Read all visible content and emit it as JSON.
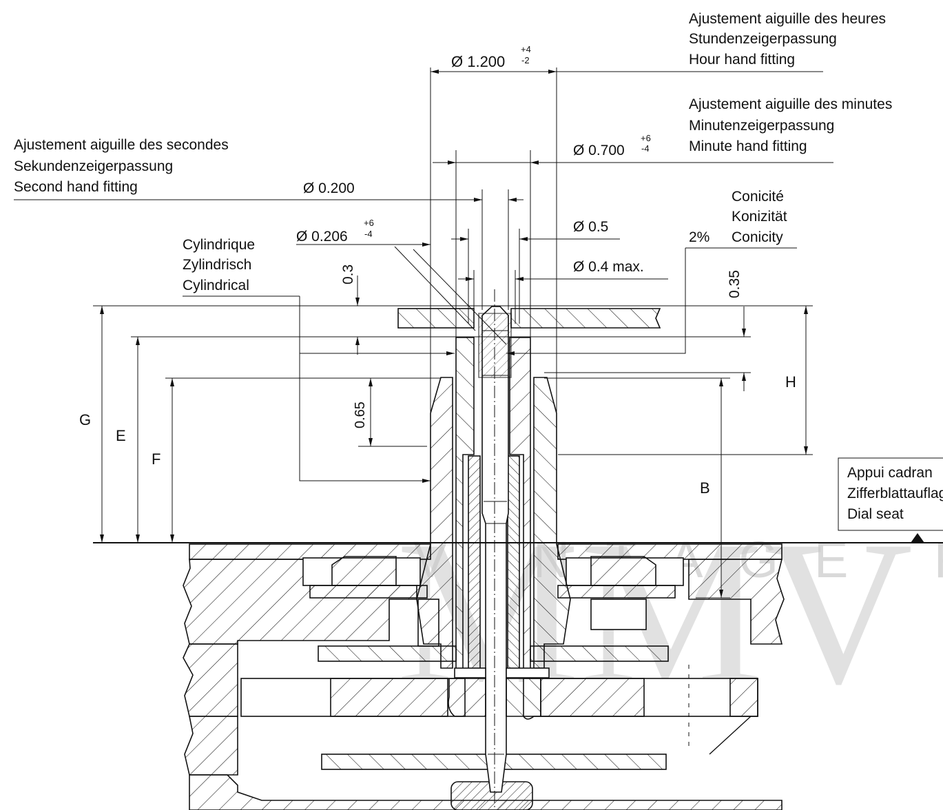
{
  "labels": {
    "hour_fr": "Ajustement  aiguille des heures",
    "hour_de": "Stundenzeigerpassung",
    "hour_en": "Hour hand fitting",
    "minute_fr": "Ajustement aiguille des minutes",
    "minute_de": "Minutenzeigerpassung",
    "minute_en": "Minute hand fitting",
    "second_fr": "Ajustement aiguille des secondes",
    "second_de": "Sekundenzeigerpassung",
    "second_en": "Second hand fitting",
    "conicity_fr": "Conicité",
    "conicity_de": "Konizität",
    "conicity_en": "Conicity",
    "conicity_value": "2%",
    "cyl_fr": "Cylindrique",
    "cyl_de": "Zylindrisch",
    "cyl_en": "Cylindrical",
    "dial_fr": "Appui cadran",
    "dial_de": "Zifferblattauflage",
    "dial_en": "Dial seat"
  },
  "dimensions": {
    "d_hour": "Ø 1.200",
    "d_hour_tol_upper": "+4",
    "d_hour_tol_lower": "-2",
    "d_minute": "Ø 0.700",
    "d_minute_tol_upper": "+6",
    "d_minute_tol_lower": "-4",
    "d_second": "Ø 0.200",
    "d_206": "Ø 0.206",
    "d_206_tol_upper": "+6",
    "d_206_tol_lower": "-4",
    "d_05": "Ø 0.5",
    "d_04": "Ø 0.4 max.",
    "h_03": "0.3",
    "h_035": "0.35",
    "h_065": "0.65"
  },
  "height_labels": {
    "G": "G",
    "E": "E",
    "F": "F",
    "H": "H",
    "B": "B"
  },
  "watermark": {
    "big": "MMV",
    "small": "VINTAGE RES"
  }
}
